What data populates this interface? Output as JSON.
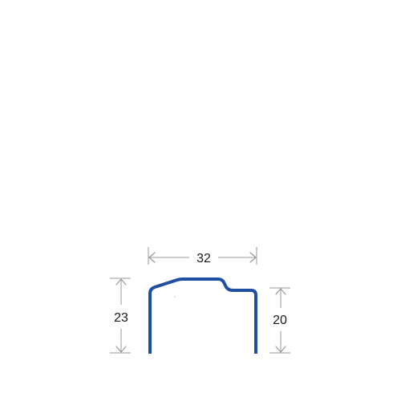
{
  "dimensions": {
    "width_label": "32",
    "left_height_label": "23",
    "right_height_label": "20"
  },
  "colors": {
    "profile": "#1f4fa0",
    "dimension": "#9a9a9a",
    "text": "#1a1a1a",
    "background": "#ffffff"
  }
}
